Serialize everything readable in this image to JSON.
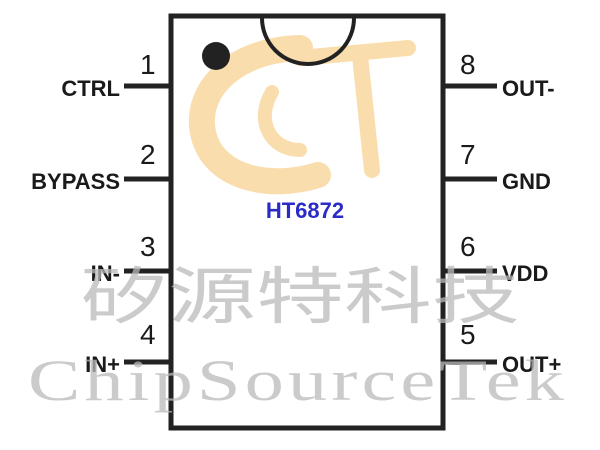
{
  "chip": {
    "part_number": "HT6872",
    "body_color": "#222222",
    "part_color": "#2b2bc8"
  },
  "pins_left": [
    {
      "number": "1",
      "label": "CTRL"
    },
    {
      "number": "2",
      "label": "BYPASS"
    },
    {
      "number": "3",
      "label": "IN-"
    },
    {
      "number": "4",
      "label": "IN+"
    }
  ],
  "pins_right": [
    {
      "number": "8",
      "label": "OUT-"
    },
    {
      "number": "7",
      "label": "GND"
    },
    {
      "number": "6",
      "label": "VDD"
    },
    {
      "number": "5",
      "label": "OUT+"
    }
  ],
  "watermark": {
    "chinese": "矽源特科技",
    "english": "ChipSourceTek",
    "logo_color": "#f5c26b",
    "text_color": "#b9b9b9"
  }
}
